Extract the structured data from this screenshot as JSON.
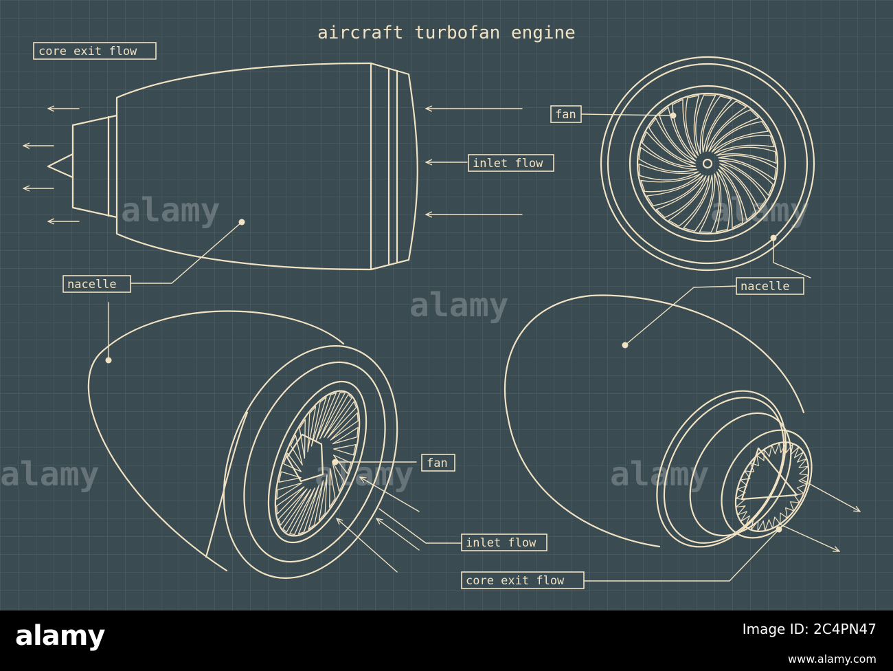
{
  "title": "aircraft turbofan engine",
  "labels": {
    "core_exit_flow_top": "core exit flow",
    "inlet_flow_top": "inlet flow",
    "nacelle_side": "nacelle",
    "fan_front": "fan",
    "nacelle_front": "nacelle",
    "fan_iso": "fan",
    "inlet_flow_iso": "inlet flow",
    "core_exit_flow_iso": "core exit flow"
  },
  "watermark": "alamy",
  "footer": {
    "logo": "alamy",
    "image_id_label": "Image ID: 2C4PN47",
    "url": "www.alamy.com"
  },
  "colors": {
    "background": "#3a4b52",
    "line": "#f1e2c3",
    "grid": "#52636a"
  }
}
